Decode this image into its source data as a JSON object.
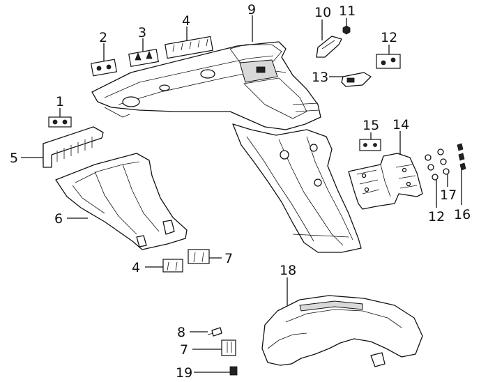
{
  "diagram": {
    "callouts": {
      "c1": "1",
      "c2": "2",
      "c3": "3",
      "c4a": "4",
      "c4b": "4",
      "c5": "5",
      "c6": "6",
      "c7a": "7",
      "c7b": "7",
      "c8": "8",
      "c9": "9",
      "c10": "10",
      "c11": "11",
      "c12a": "12",
      "c12b": "12",
      "c13": "13",
      "c14": "14",
      "c15": "15",
      "c16": "16",
      "c17": "17",
      "c18": "18",
      "c19": "19"
    }
  }
}
